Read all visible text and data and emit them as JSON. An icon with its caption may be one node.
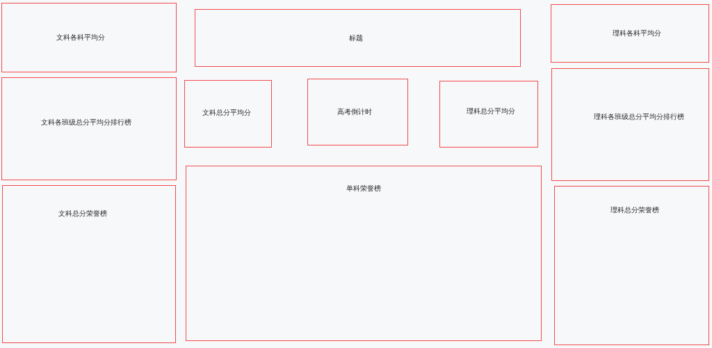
{
  "diagram": {
    "nodes": [
      {
        "text": [
          "文科各科平均分"
        ]
      },
      {
        "text": [
          "标题"
        ]
      },
      {
        "text": [
          "理科各科平均分"
        ]
      },
      {
        "text": [
          "文科各班级总分平均分排行榜"
        ]
      },
      {
        "text": [
          "文科总分平均分"
        ]
      },
      {
        "text": [
          "高考倒计时"
        ]
      },
      {
        "text": [
          "理科总分平均分"
        ]
      },
      {
        "text": [
          "理科各班级总分平均分排行榜"
        ]
      },
      {
        "text": [
          "单科荣誉榜"
        ]
      },
      {
        "text": [
          "文科总分荣誉榜"
        ]
      },
      {
        "text": [
          "理科总分荣誉榜"
        ]
      }
    ]
  }
}
